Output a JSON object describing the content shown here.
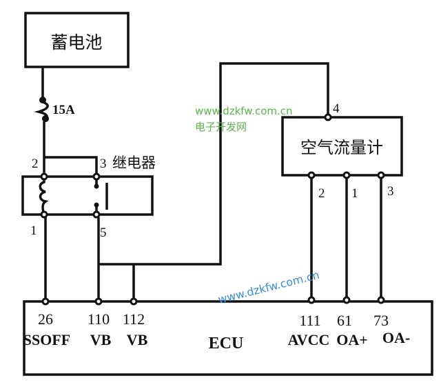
{
  "components": {
    "battery": {
      "label": "蓄电池"
    },
    "fuse": {
      "label": "15A"
    },
    "relay": {
      "label": "继电器",
      "pins": {
        "p2": "2",
        "p3": "3",
        "p1": "1",
        "p5": "5"
      }
    },
    "airflow_meter": {
      "label": "空气流量计",
      "pins": {
        "p4": "4",
        "p2": "2",
        "p1": "1",
        "p3": "3"
      }
    },
    "ecu": {
      "label": "ECU",
      "pins": [
        {
          "number": "26",
          "name": "SSOFF"
        },
        {
          "number": "110",
          "name": "VB"
        },
        {
          "number": "112",
          "name": "VB"
        },
        {
          "number": "111",
          "name": "AVCC"
        },
        {
          "number": "61",
          "name": "OA+"
        },
        {
          "number": "73",
          "name": "OA-"
        }
      ]
    }
  },
  "watermarks": {
    "green_url": "www.dzkfw.com.cn",
    "green_name": "电子开发网",
    "blue_url": "www.dzkfw.com.cn"
  },
  "colors": {
    "watermark_green": "#5ab54a",
    "watermark_blue": "#3b8de0",
    "line": "#111111"
  }
}
